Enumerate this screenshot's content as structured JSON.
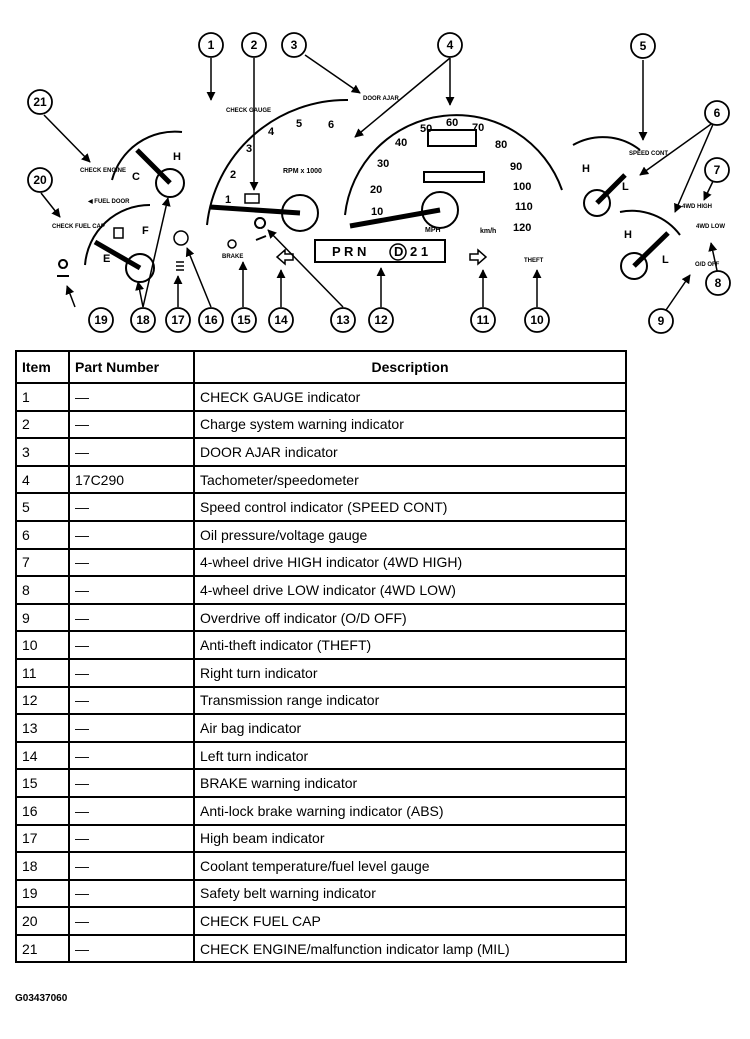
{
  "diagram": {
    "callouts": [
      "1",
      "2",
      "3",
      "4",
      "5",
      "6",
      "7",
      "8",
      "9",
      "10",
      "11",
      "12",
      "13",
      "14",
      "15",
      "16",
      "17",
      "18",
      "19",
      "20",
      "21"
    ],
    "labels": {
      "check_gauge": "CHECK GAUGE",
      "door_ajar": "DOOR AJAR",
      "check_engine": "CHECK ENGINE",
      "check_fuel_cap": "CHECK FUEL CAP",
      "fuel_door": "◀ FUEL DOOR",
      "rpm": "RPM x 1000",
      "mph": "MPH",
      "kmh": "km/h",
      "speed_cont": "SPEED CONT",
      "fwd_high": "4WD HIGH",
      "fwd_low": "4WD LOW",
      "od_off": "O/D OFF",
      "theft": "THEFT",
      "brake": "BRAKE",
      "prnd": "P  R  N",
      "prnd_d": "D",
      "prnd_21": "2  1",
      "temp_c": "C",
      "temp_h": "H",
      "fuel_e": "E",
      "fuel_f": "F",
      "oil_h": "H",
      "oil_l": "L",
      "volt_h": "H",
      "volt_l": "L"
    },
    "tach_ticks": [
      "1",
      "2",
      "3",
      "4",
      "5",
      "6"
    ],
    "speed_ticks": [
      "10",
      "20",
      "30",
      "40",
      "50",
      "60",
      "70",
      "80",
      "90",
      "100",
      "110",
      "120"
    ]
  },
  "table": {
    "headers": {
      "item": "Item",
      "part": "Part Number",
      "desc": "Description"
    },
    "rows": [
      {
        "item": "1",
        "part": "—",
        "desc": "CHECK GAUGE indicator"
      },
      {
        "item": "2",
        "part": "—",
        "desc": "Charge system warning indicator"
      },
      {
        "item": "3",
        "part": "—",
        "desc": "DOOR AJAR indicator"
      },
      {
        "item": "4",
        "part": "17C290",
        "desc": "Tachometer/speedometer"
      },
      {
        "item": "5",
        "part": "—",
        "desc": "Speed control indicator (SPEED CONT)"
      },
      {
        "item": "6",
        "part": "—",
        "desc": "Oil pressure/voltage gauge"
      },
      {
        "item": "7",
        "part": "—",
        "desc": "4-wheel drive HIGH indicator (4WD HIGH)"
      },
      {
        "item": "8",
        "part": "—",
        "desc": "4-wheel drive LOW indicator (4WD LOW)"
      },
      {
        "item": "9",
        "part": "—",
        "desc": "Overdrive off indicator (O/D OFF)"
      },
      {
        "item": "10",
        "part": "—",
        "desc": "Anti-theft indicator (THEFT)"
      },
      {
        "item": "11",
        "part": "—",
        "desc": "Right turn indicator"
      },
      {
        "item": "12",
        "part": "—",
        "desc": "Transmission range indicator"
      },
      {
        "item": "13",
        "part": "—",
        "desc": "Air bag indicator"
      },
      {
        "item": "14",
        "part": "—",
        "desc": "Left turn indicator"
      },
      {
        "item": "15",
        "part": "—",
        "desc": "BRAKE warning indicator"
      },
      {
        "item": "16",
        "part": "—",
        "desc": "Anti-lock brake warning indicator (ABS)"
      },
      {
        "item": "17",
        "part": "—",
        "desc": "High beam indicator"
      },
      {
        "item": "18",
        "part": "—",
        "desc": "Coolant temperature/fuel level gauge"
      },
      {
        "item": "19",
        "part": "—",
        "desc": "Safety belt warning indicator"
      },
      {
        "item": "20",
        "part": "—",
        "desc": "CHECK FUEL CAP"
      },
      {
        "item": "21",
        "part": "—",
        "desc": "CHECK ENGINE/malfunction indicator lamp (MIL)"
      }
    ]
  },
  "figure_code": "G03437060"
}
